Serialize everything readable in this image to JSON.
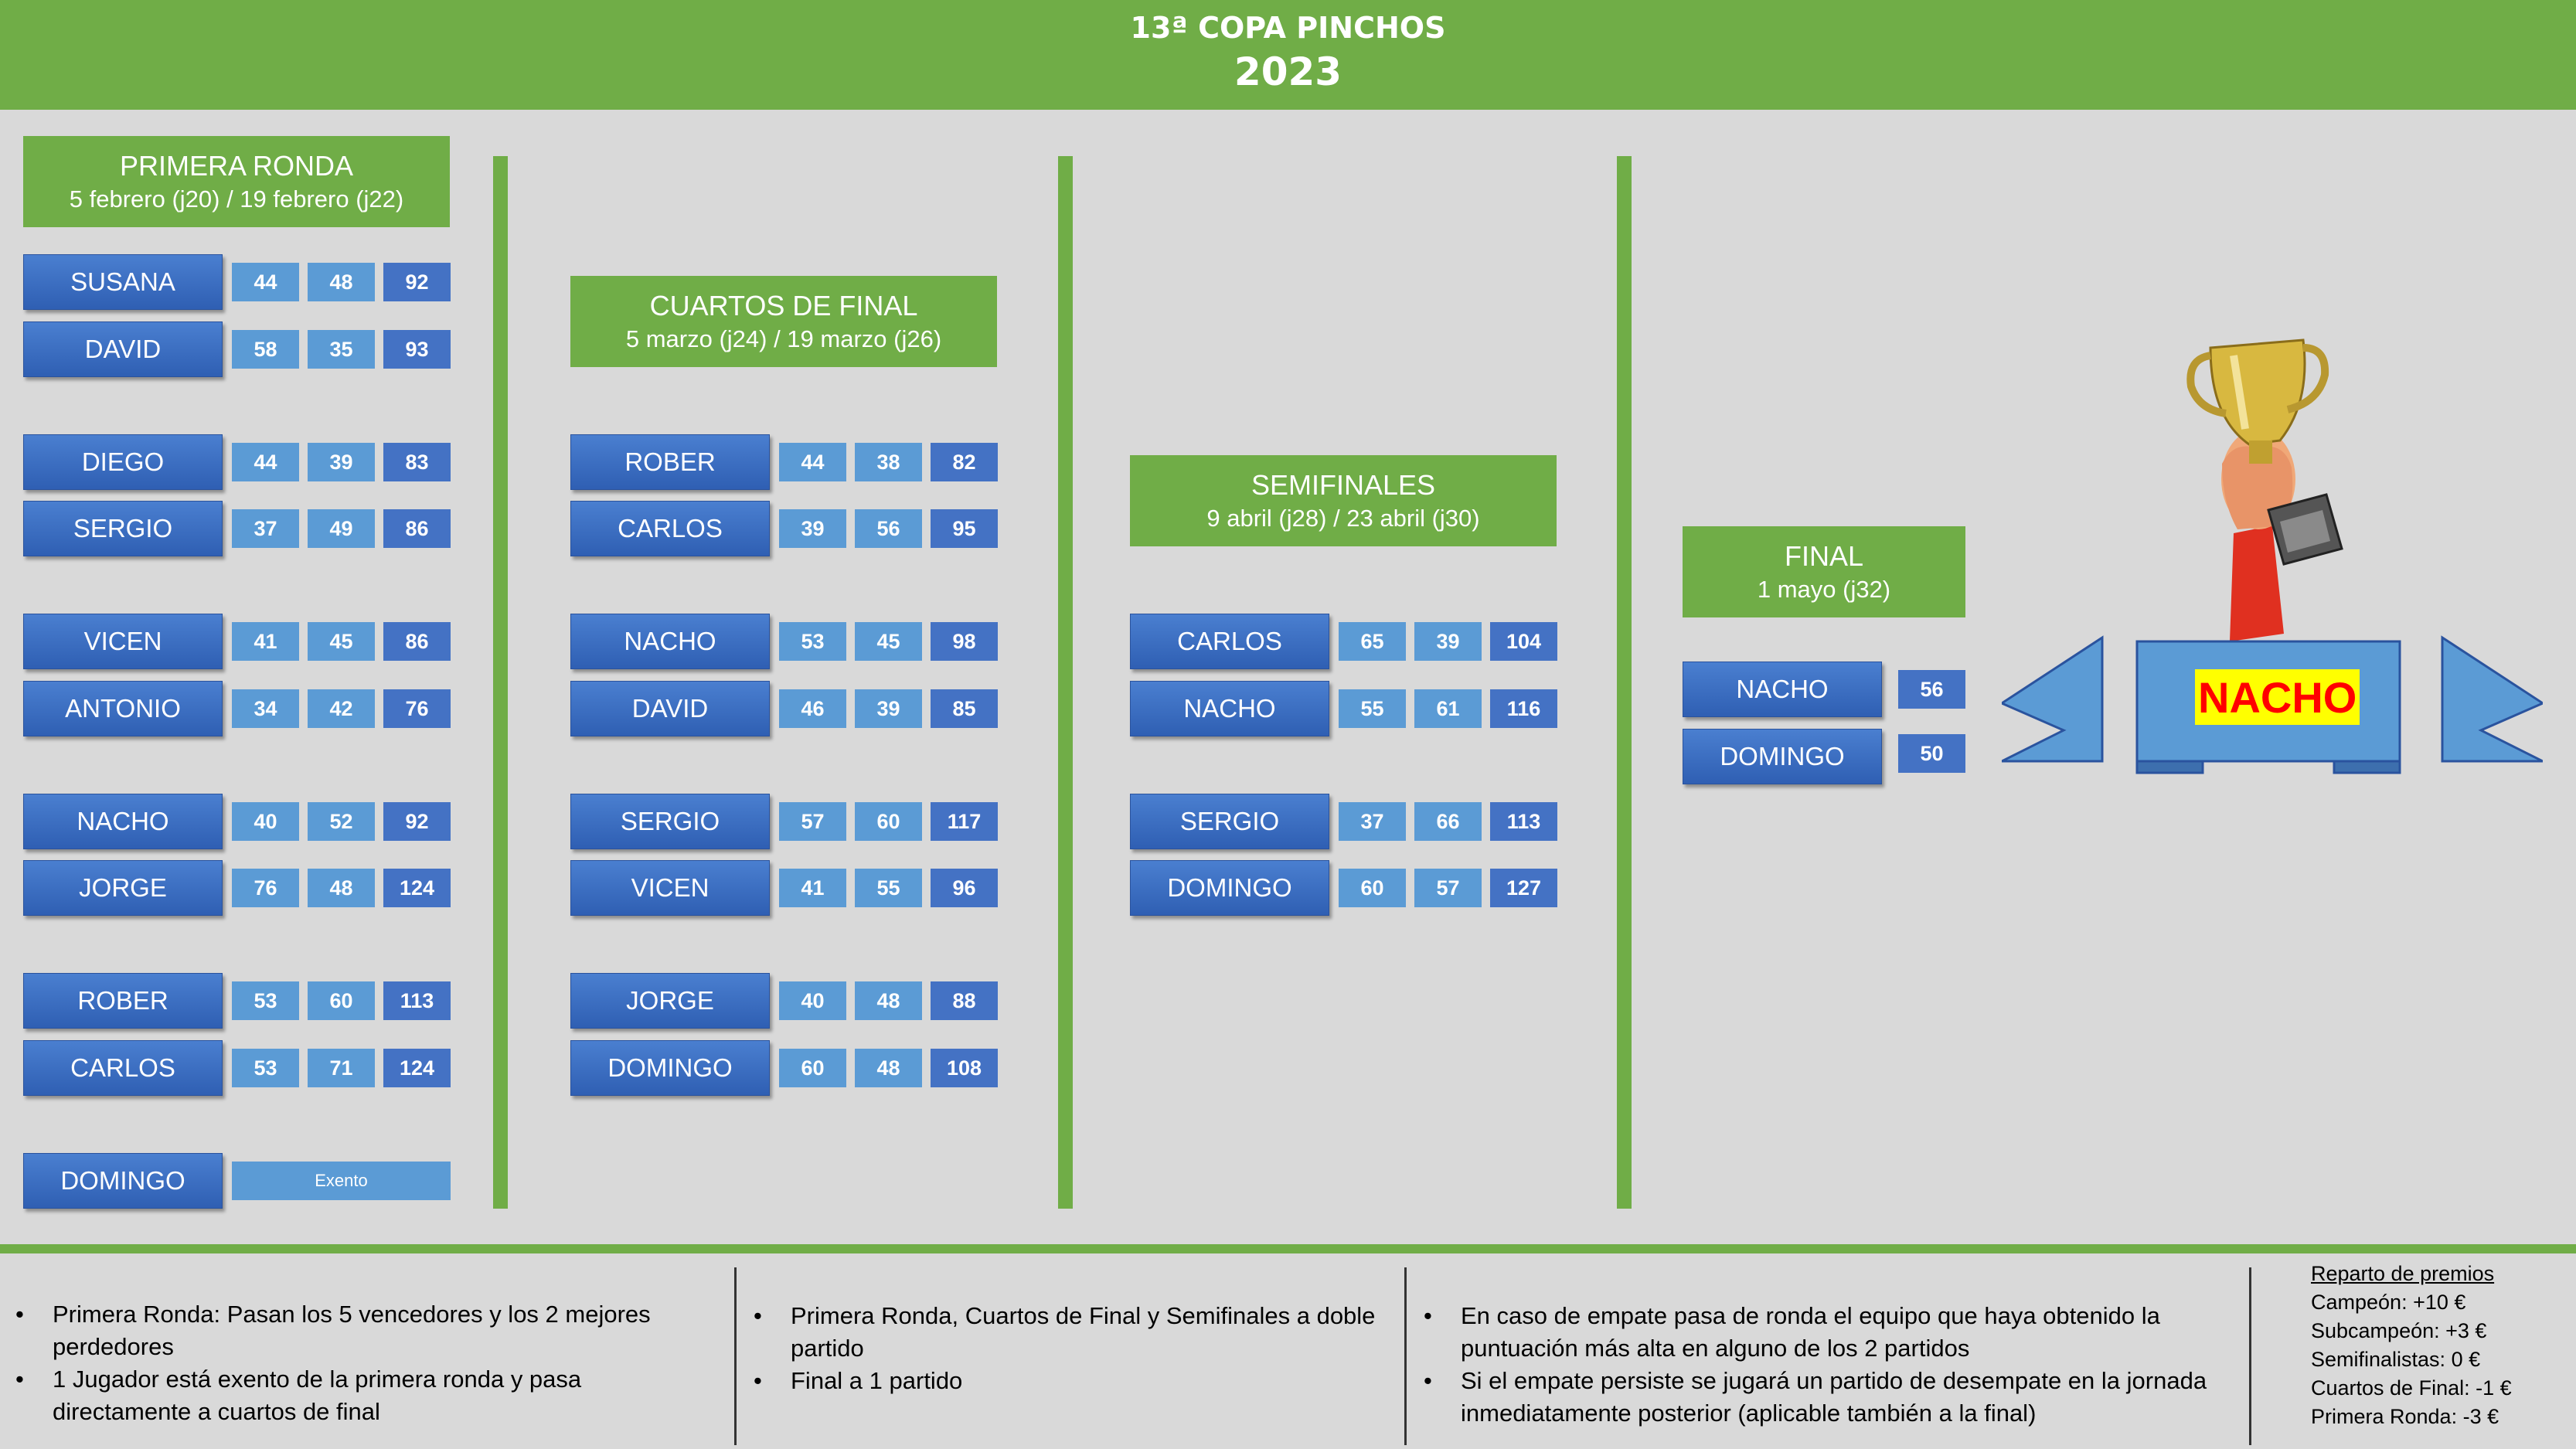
{
  "header": {
    "title": "13ª COPA PINCHOS",
    "year": "2023"
  },
  "rounds": {
    "primera": {
      "name": "PRIMERA RONDA",
      "dates": "5 febrero (j20) / 19 febrero (j22)"
    },
    "cuartos": {
      "name": "CUARTOS DE FINAL",
      "dates": "5 marzo (j24) / 19 marzo (j26)"
    },
    "semis": {
      "name": "SEMIFINALES",
      "dates": "9 abril (j28) / 23 abril (j30)"
    },
    "final": {
      "name": "FINAL",
      "dates": "1 mayo (j32)"
    }
  },
  "primera_ronda": [
    {
      "name": "SUSANA",
      "s1": "44",
      "s2": "48",
      "total": "92"
    },
    {
      "name": "DAVID",
      "s1": "58",
      "s2": "35",
      "total": "93"
    },
    {
      "name": "DIEGO",
      "s1": "44",
      "s2": "39",
      "total": "83"
    },
    {
      "name": "SERGIO",
      "s1": "37",
      "s2": "49",
      "total": "86"
    },
    {
      "name": "VICEN",
      "s1": "41",
      "s2": "45",
      "total": "86"
    },
    {
      "name": "ANTONIO",
      "s1": "34",
      "s2": "42",
      "total": "76"
    },
    {
      "name": "NACHO",
      "s1": "40",
      "s2": "52",
      "total": "92"
    },
    {
      "name": "JORGE",
      "s1": "76",
      "s2": "48",
      "total": "124"
    },
    {
      "name": "ROBER",
      "s1": "53",
      "s2": "60",
      "total": "113"
    },
    {
      "name": "CARLOS",
      "s1": "53",
      "s2": "71",
      "total": "124"
    },
    {
      "name": "DOMINGO",
      "exento": "Exento"
    }
  ],
  "cuartos": [
    {
      "name": "ROBER",
      "s1": "44",
      "s2": "38",
      "total": "82"
    },
    {
      "name": "CARLOS",
      "s1": "39",
      "s2": "56",
      "total": "95"
    },
    {
      "name": "NACHO",
      "s1": "53",
      "s2": "45",
      "total": "98"
    },
    {
      "name": "DAVID",
      "s1": "46",
      "s2": "39",
      "total": "85"
    },
    {
      "name": "SERGIO",
      "s1": "57",
      "s2": "60",
      "total": "117"
    },
    {
      "name": "VICEN",
      "s1": "41",
      "s2": "55",
      "total": "96"
    },
    {
      "name": "JORGE",
      "s1": "40",
      "s2": "48",
      "total": "88"
    },
    {
      "name": "DOMINGO",
      "s1": "60",
      "s2": "48",
      "total": "108"
    }
  ],
  "semifinales": [
    {
      "name": "CARLOS",
      "s1": "65",
      "s2": "39",
      "total": "104"
    },
    {
      "name": "NACHO",
      "s1": "55",
      "s2": "61",
      "total": "116"
    },
    {
      "name": "SERGIO",
      "s1": "37",
      "s2": "66",
      "total": "113"
    },
    {
      "name": "DOMINGO",
      "s1": "60",
      "s2": "57",
      "total": "127"
    }
  ],
  "final": [
    {
      "name": "NACHO",
      "total": "56"
    },
    {
      "name": "DOMINGO",
      "total": "50"
    }
  ],
  "champion": "NACHO",
  "footer": {
    "col1": [
      "Primera Ronda: Pasan los 5 vencedores y los 2 mejores perdedores",
      "1 Jugador está exento de la primera ronda y pasa directamente a cuartos de final"
    ],
    "col2": [
      "Primera Ronda, Cuartos de Final y Semifinales a doble partido",
      "Final a 1 partido"
    ],
    "col3": [
      "En caso de empate pasa de ronda el equipo que haya obtenido la puntuación más alta en alguno de los 2 partidos",
      "Si el empate persiste se jugará un partido de desempate en la jornada inmediatamente posterior (aplicable también a la final)"
    ],
    "premios_title": "Reparto de premios",
    "premios": [
      "Campeón: +10 €",
      "Subcampeón: +3 €",
      "Semifinalistas: 0 €",
      "Cuartos de Final: -1 €",
      "Primera Ronda: -3 €"
    ]
  },
  "colors": {
    "green": "#70ad47",
    "blue_name": "#2f5fb3",
    "blue_score": "#5b9bd5",
    "blue_total": "#4472c4",
    "champion_bg": "#ffff00",
    "champion_text": "#ff0000"
  }
}
